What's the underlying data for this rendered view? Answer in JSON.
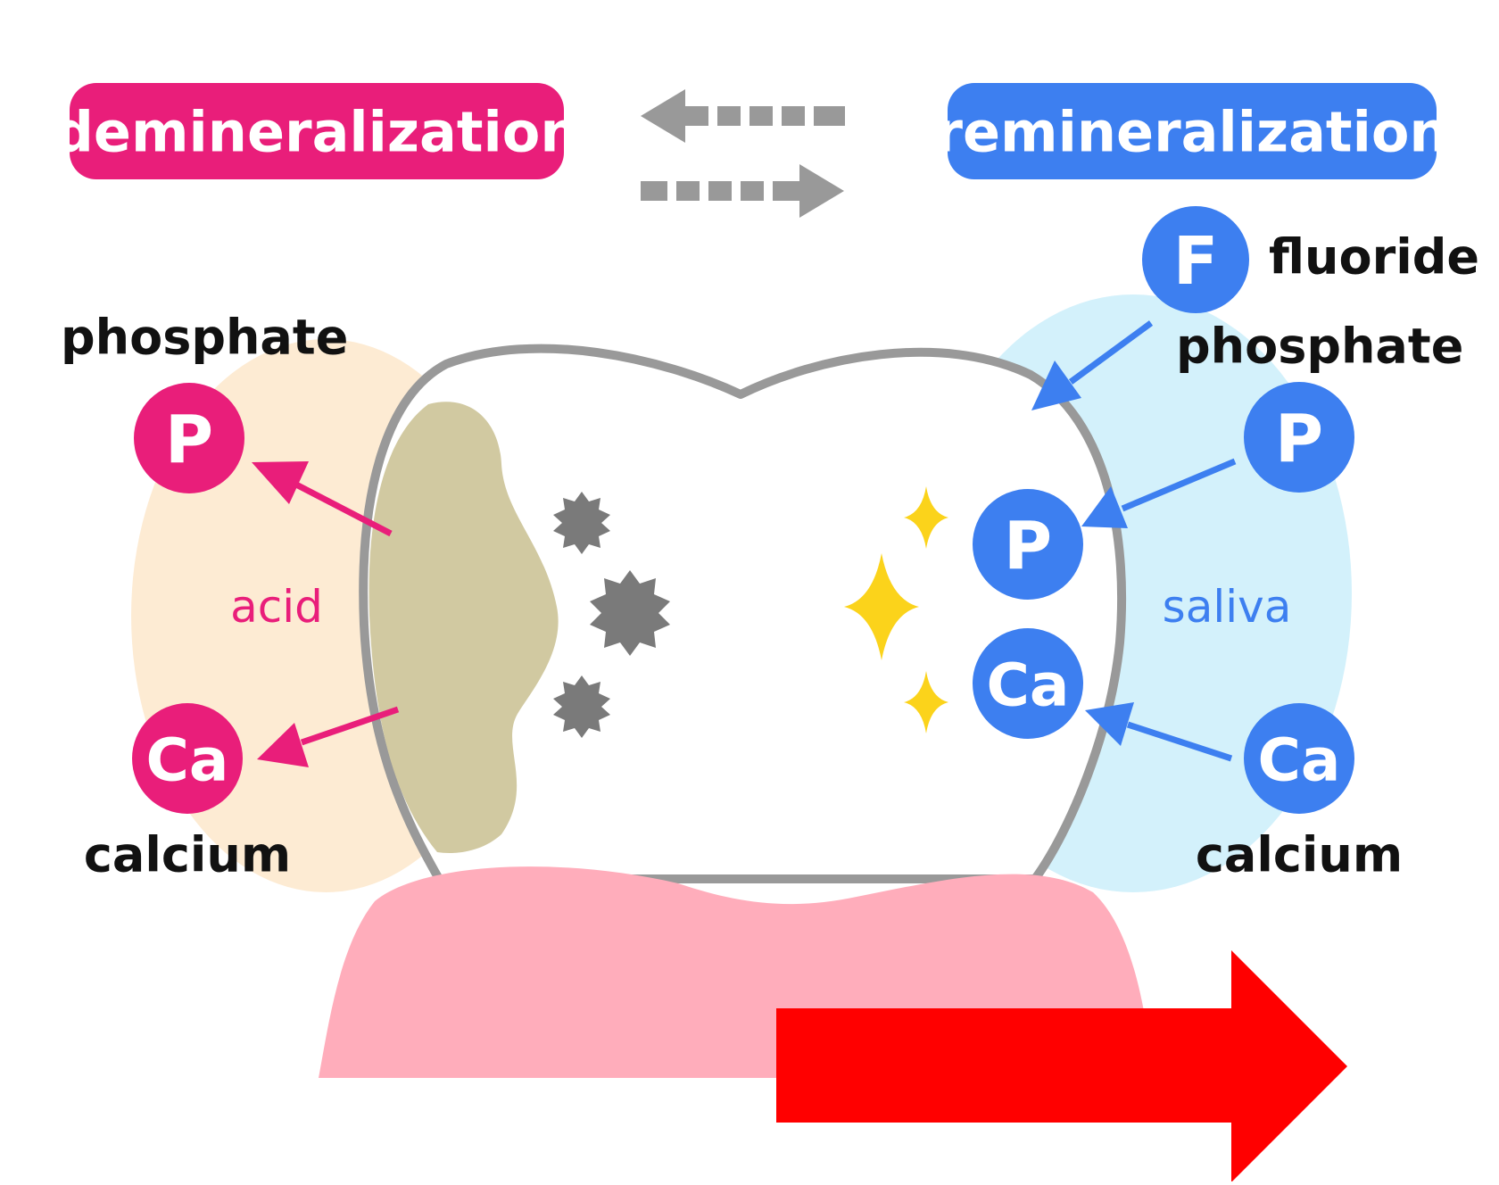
{
  "header": {
    "demineralization_label": "demineralization",
    "remineralization_label": "remineralization"
  },
  "left": {
    "phosphate_label": "phosphate",
    "phosphate_symbol": "P",
    "calcium_label": "calcium",
    "calcium_symbol": "Ca",
    "medium_label": "acid"
  },
  "right": {
    "fluoride_symbol": "F",
    "fluoride_label": "fluoride",
    "phosphate_label": "phosphate",
    "phosphate_symbol": "P",
    "medium_label": "saliva",
    "inner_phosphate_symbol": "P",
    "inner_calcium_symbol": "Ca",
    "calcium_symbol": "Ca",
    "calcium_label": "calcium"
  },
  "colors": {
    "demineralization": "#e91e7a",
    "remineralization": "#3d7ff0",
    "acid_zone": "#fdebd3",
    "saliva_zone": "#d3f1fb",
    "decay": "#d1c9a1",
    "gum": "#ffadbb",
    "tooth_outline": "#999999",
    "damage_marks": "#7a7a7a",
    "sparkles": "#fbd31b",
    "process_arrows": "#999999",
    "highlight_arrow": "#ff0000"
  },
  "icons": {
    "damage": "burst-icon",
    "repair": "sparkle-icon",
    "direction": "dashed-arrow-icon",
    "highlight": "block-arrow-icon"
  }
}
